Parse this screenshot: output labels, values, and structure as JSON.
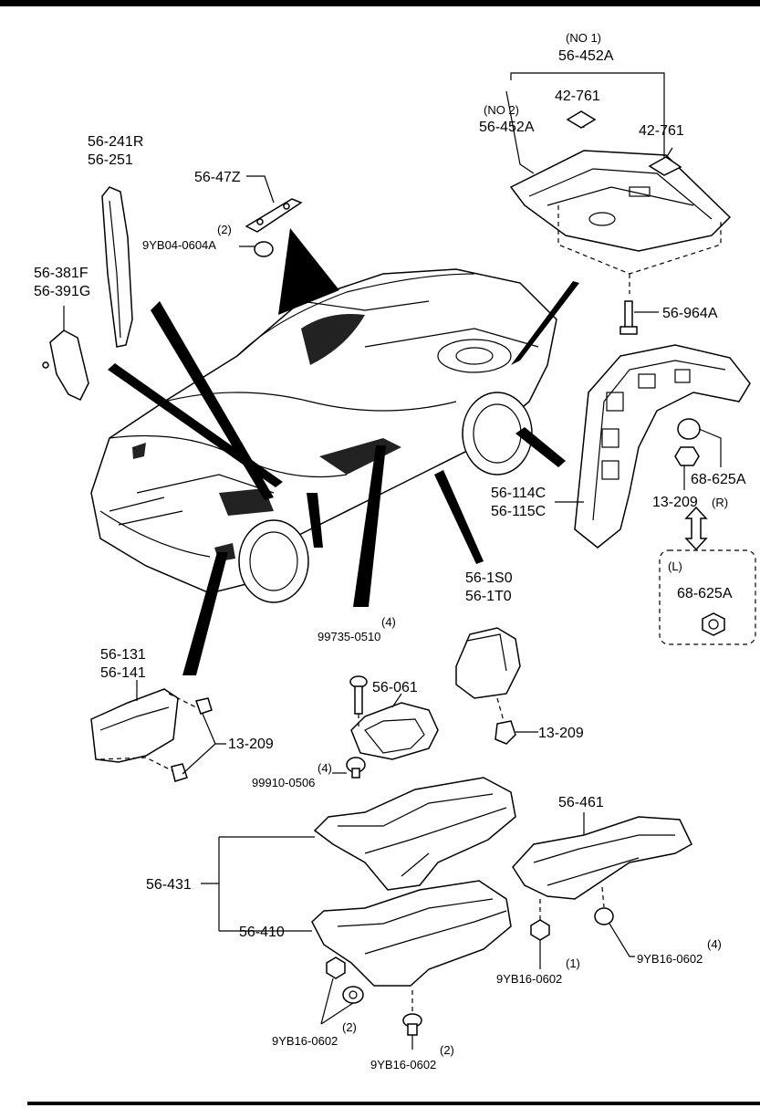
{
  "labels": {
    "no1": "(NO 1)",
    "p56_452A_top": "56-452A",
    "no2": "(NO 2)",
    "p56_452A_left": "56-452A",
    "p42_761_a": "42-761",
    "p42_761_b": "42-761",
    "p56_241R": "56-241R",
    "p56_251": "56-251",
    "p56_47Z": "56-47Z",
    "qty_2_clip": "(2)",
    "p9YB04": "9YB04-0604A",
    "p56_381F": "56-381F",
    "p56_391G": "56-391G",
    "p56_964A": "56-964A",
    "p68_625A_r": "68-625A",
    "p13_209_r": "13-209",
    "tag_R": "(R)",
    "p56_114C": "56-114C",
    "p56_115C": "56-115C",
    "tag_L": "(L)",
    "p68_625A_l": "68-625A",
    "p56_1S0": "56-1S0",
    "p56_1T0": "56-1T0",
    "qty_4_screw": "(4)",
    "p99735": "99735-0510",
    "p56_061": "56-061",
    "p13_209_mid": "13-209",
    "qty_4_clip": "(4)",
    "p99910": "99910-0506",
    "p56_131": "56-131",
    "p56_141": "56-141",
    "p13_209_left": "13-209",
    "p56_461": "56-461",
    "p56_431": "56-431",
    "p56_410": "56-410",
    "qty_4_nut": "(4)",
    "p9YB16_right": "9YB16-0602",
    "qty_1_nut": "(1)",
    "p9YB16_center": "9YB16-0602",
    "qty_2_nut_left": "(2)",
    "p9YB16_left": "9YB16-0602",
    "qty_2_nut_bottom": "(2)",
    "p9YB16_bottom": "9YB16-0602"
  }
}
